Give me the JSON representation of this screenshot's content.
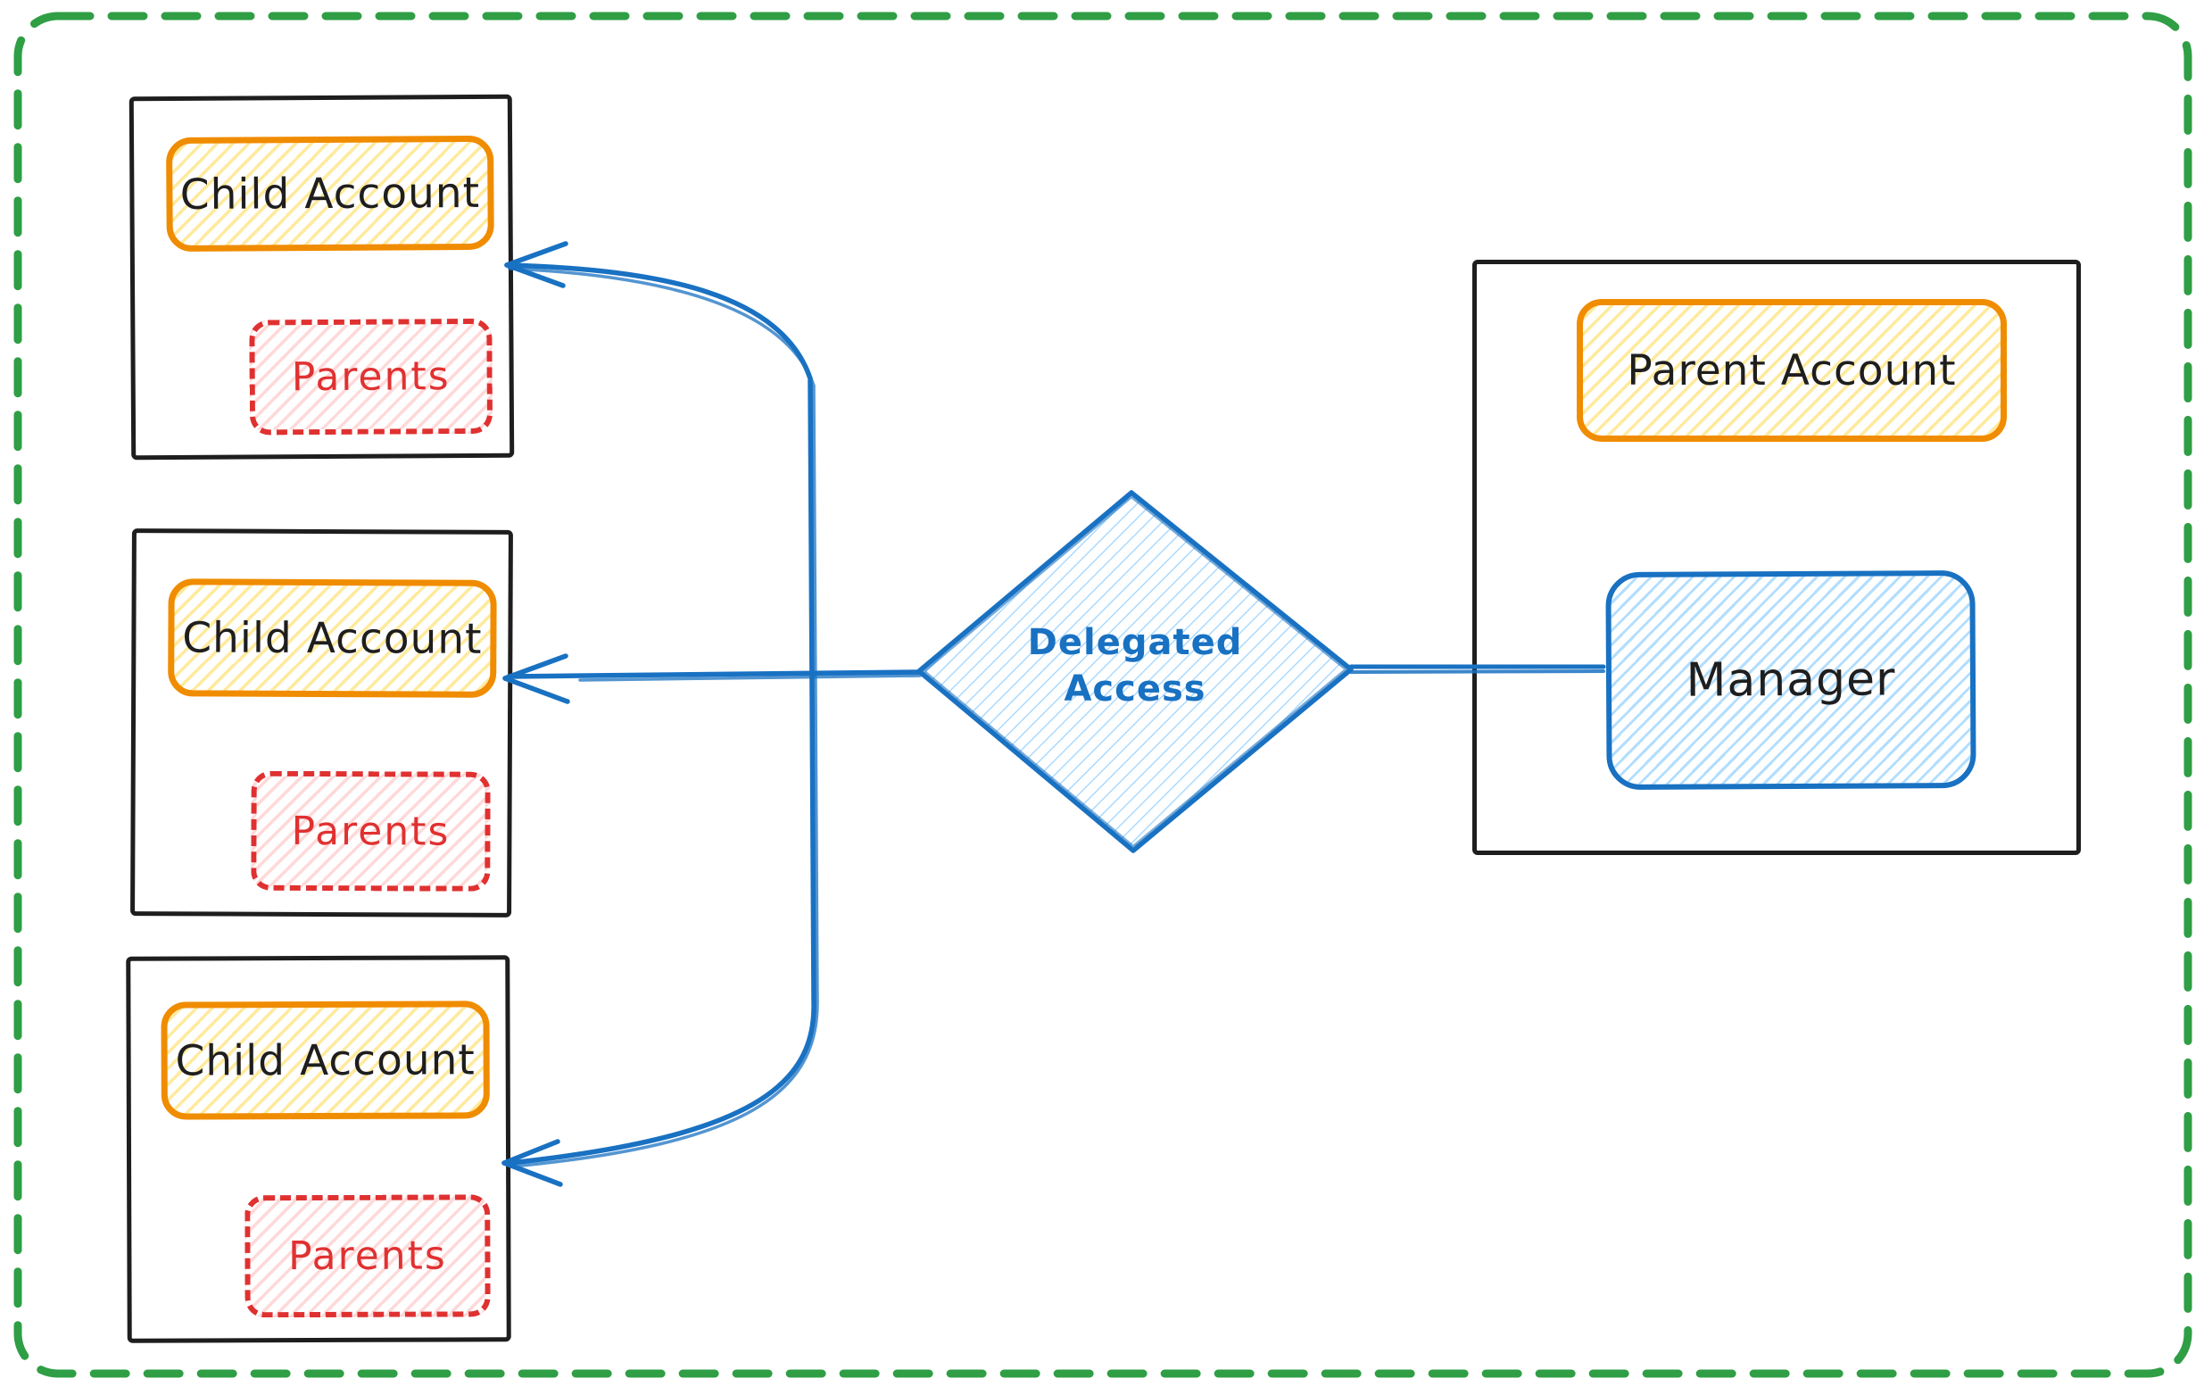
{
  "diagram": {
    "children": [
      {
        "title": "Child Account",
        "member": "Parents"
      },
      {
        "title": "Child Account",
        "member": "Parents"
      },
      {
        "title": "Child Account",
        "member": "Parents"
      }
    ],
    "parent": {
      "title": "Parent Account",
      "member": "Manager"
    },
    "decision": {
      "line1": "Delegated",
      "line2": "Access"
    },
    "colors": {
      "accent_blue": "#1971c2",
      "hatch_blue": "#a5d8ff",
      "accent_orange": "#f08c00",
      "hatch_yellow": "#ffd43b",
      "accent_red": "#e03131",
      "hatch_red": "#ffa8a8",
      "border_green": "#2f9e44",
      "ink_black": "#1e1e1e"
    }
  }
}
